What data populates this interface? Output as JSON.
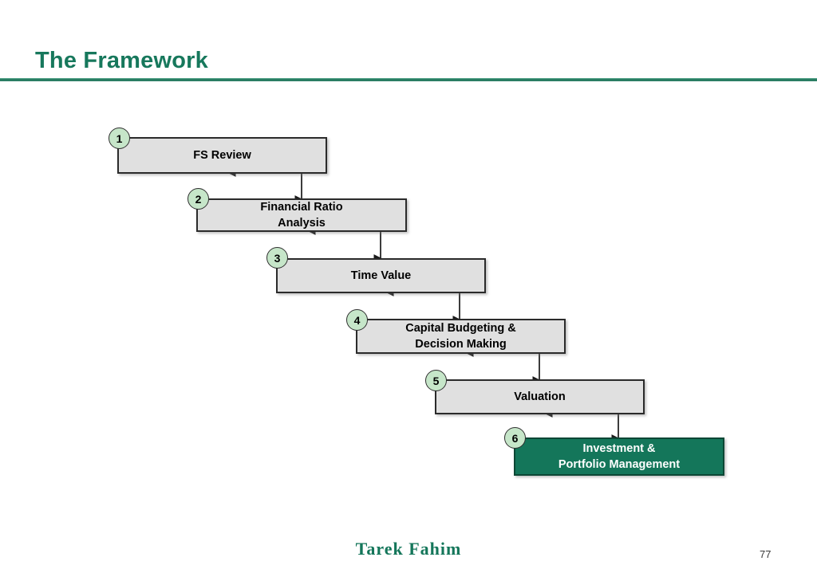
{
  "slide": {
    "title": "The Framework",
    "page_number": "77",
    "signature": "Tarek Fahim",
    "accent_color": "#14765a",
    "title_color": "#17785c",
    "box_fill": "#e0e0e0",
    "badge_fill": "#c6e6c9"
  },
  "chart_data": {
    "type": "diagram",
    "title": "The Framework",
    "layout": "descending-staircase",
    "steps": [
      {
        "number": "1",
        "label": "FS Review",
        "highlight": false
      },
      {
        "number": "2",
        "label": "Financial Ratio Analysis",
        "highlight": false
      },
      {
        "number": "3",
        "label": "Time Value",
        "highlight": false
      },
      {
        "number": "4",
        "label": "Capital Budgeting & Decision Making",
        "highlight": false
      },
      {
        "number": "5",
        "label": "Valuation",
        "highlight": false
      },
      {
        "number": "6",
        "label": "Investment & Portfolio Management",
        "highlight": true
      }
    ]
  },
  "steps": [
    {
      "number": "1",
      "line1": "FS Review",
      "line2": ""
    },
    {
      "number": "2",
      "line1": "Financial Ratio",
      "line2": "Analysis"
    },
    {
      "number": "3",
      "line1": "Time Value",
      "line2": ""
    },
    {
      "number": "4",
      "line1": "Capital Budgeting &",
      "line2": "Decision Making"
    },
    {
      "number": "5",
      "line1": "Valuation",
      "line2": ""
    },
    {
      "number": "6",
      "line1": "Investment &",
      "line2": "Portfolio Management"
    }
  ]
}
